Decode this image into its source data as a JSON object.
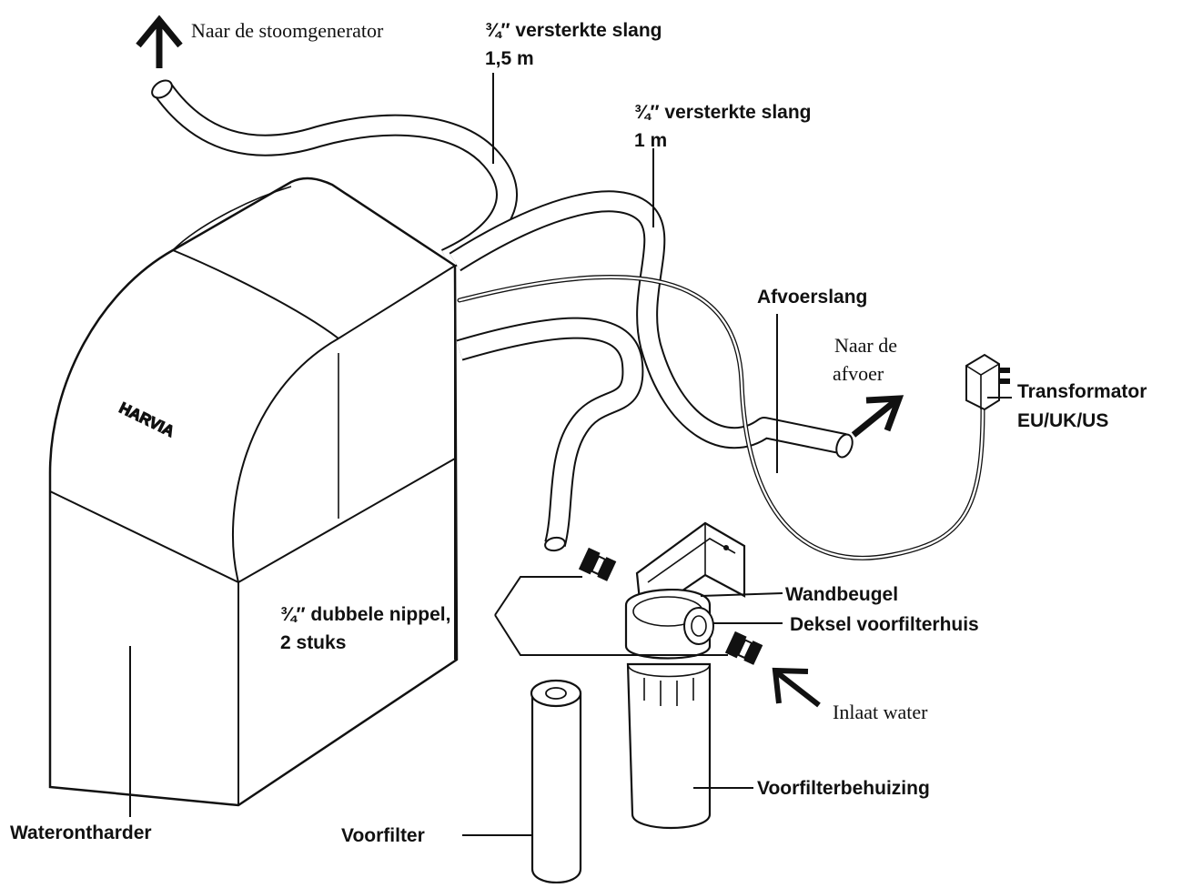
{
  "labels": {
    "to_steam_generator": "Naar de stoomgenerator",
    "hose_15_line1": "¾″ versterkte slang",
    "hose_15_line2": "1,5 m",
    "hose_1_line1": "¾″ versterkte slang",
    "hose_1_line2": "1 m",
    "drain_hose": "Afvoerslang",
    "to_drain_line1": "Naar de",
    "to_drain_line2": "afvoer",
    "transformer_line1": "Transformator",
    "transformer_line2": "EU/UK/US",
    "wall_bracket": "Wandbeugel",
    "prefilter_housing_lid": "Deksel voorfilterhuis",
    "double_nipple_line1": "¾″ dubbele nippel,",
    "double_nipple_line2": "2 stuks",
    "water_inlet": "Inlaat water",
    "prefilter_housing": "Voorfilterbehuizing",
    "water_softener": "Waterontharder",
    "prefilter": "Voorfilter"
  },
  "brand": {
    "logo_text": "HARVIA"
  }
}
